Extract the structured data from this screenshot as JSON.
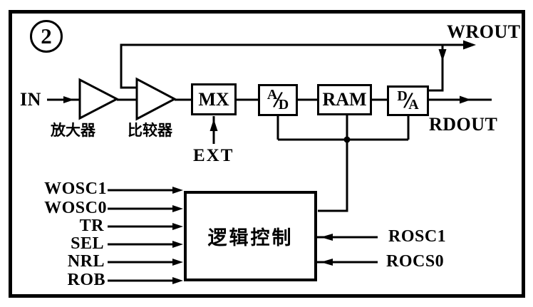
{
  "figure": {
    "number": "2"
  },
  "chain": {
    "in": "IN",
    "amp": "放大器",
    "comp": "比较器",
    "mx": "MX",
    "ad_top": "A",
    "ad_bottom": "D",
    "da_top": "D",
    "da_bottom": "A",
    "slash": "/",
    "ram": "RAM",
    "ext": "EXT",
    "wrout": "WROUT",
    "rdout": "RDOUT"
  },
  "logic": {
    "label": "逻辑控制",
    "left_inputs": [
      "WOSC1",
      "WOSC0",
      "TR",
      "SEL",
      "NRL",
      "ROB"
    ],
    "right_inputs": [
      "ROSC1",
      "ROCS0"
    ]
  },
  "colors": {
    "ink": "#000000",
    "paper": "#ffffff"
  }
}
